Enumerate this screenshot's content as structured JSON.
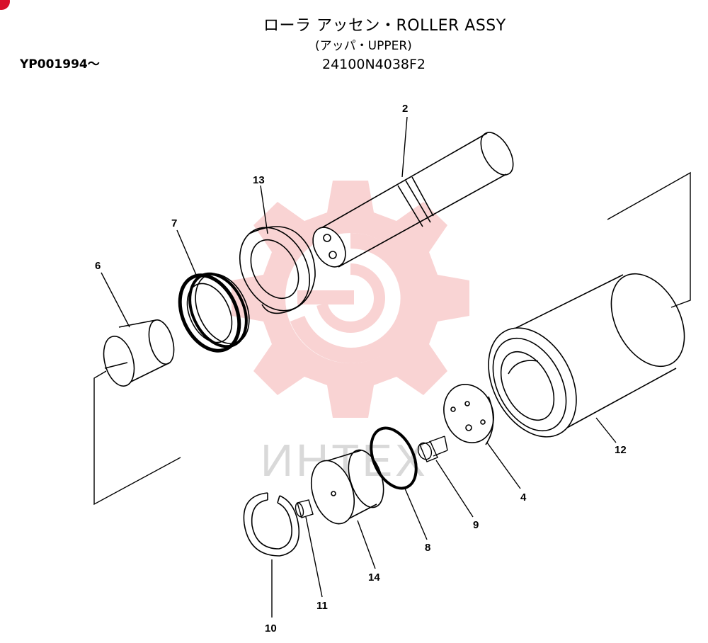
{
  "header": {
    "title": "ローラ アッセン・ROLLER ASSY",
    "subtitle": "(アッパ・UPPER)",
    "part_number": "24100N4038F2",
    "serial_range": "YP001994～"
  },
  "watermark": {
    "text": "ИНТЕХ",
    "color": "#f2a0a0"
  },
  "callouts": {
    "c2": "2",
    "c4": "4",
    "c6": "6",
    "c7": "7",
    "c8": "8",
    "c9": "9",
    "c10": "10",
    "c11": "11",
    "c12": "12",
    "c13": "13",
    "c14": "14"
  },
  "colors": {
    "ink": "#000000",
    "paper": "#ffffff",
    "corner_mark": "#d8102a"
  }
}
